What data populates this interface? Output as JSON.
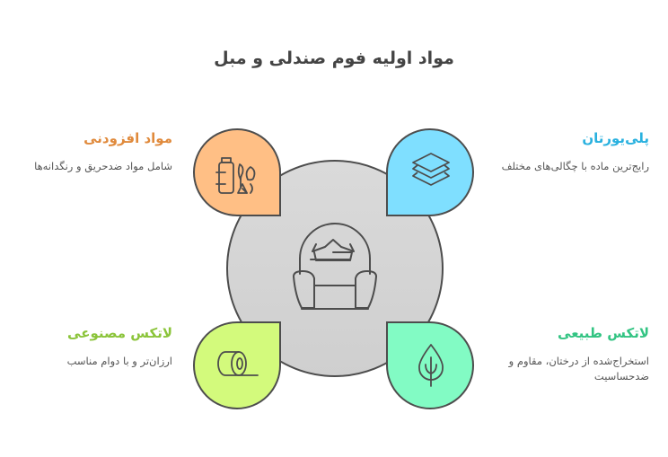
{
  "title": "مواد اولیه فوم صندلی و مبل",
  "center": {
    "icon": "armchair-crown-icon",
    "fill": "#d9d9d9",
    "stroke": "#4d4d4d"
  },
  "items": [
    {
      "position": "top-left",
      "heading": "مواد افزودنی",
      "description": "شامل مواد ضدحریق و رنگدانه‌ها",
      "color": "#ffbf85",
      "heading_color": "#e08a3c",
      "icon": "additives-icon"
    },
    {
      "position": "top-right",
      "heading": "پلی‌یورتان",
      "description": "رایج‌ترین ماده با چگالی‌های مختلف",
      "color": "#7fdfff",
      "heading_color": "#29b1df",
      "icon": "layers-icon"
    },
    {
      "position": "bottom-left",
      "heading": "لاتکس مصنوعی",
      "description": "ارزان‌تر و با دوام مناسب",
      "color": "#d3fa7c",
      "heading_color": "#8bc43a",
      "icon": "roll-icon"
    },
    {
      "position": "bottom-right",
      "heading": "لاتکس طبیعی",
      "description": "استخراج‌شده از درختان، مقاوم و ضدحساسیت",
      "color": "#82fbc4",
      "heading_color": "#33c483",
      "icon": "tree-icon"
    }
  ]
}
